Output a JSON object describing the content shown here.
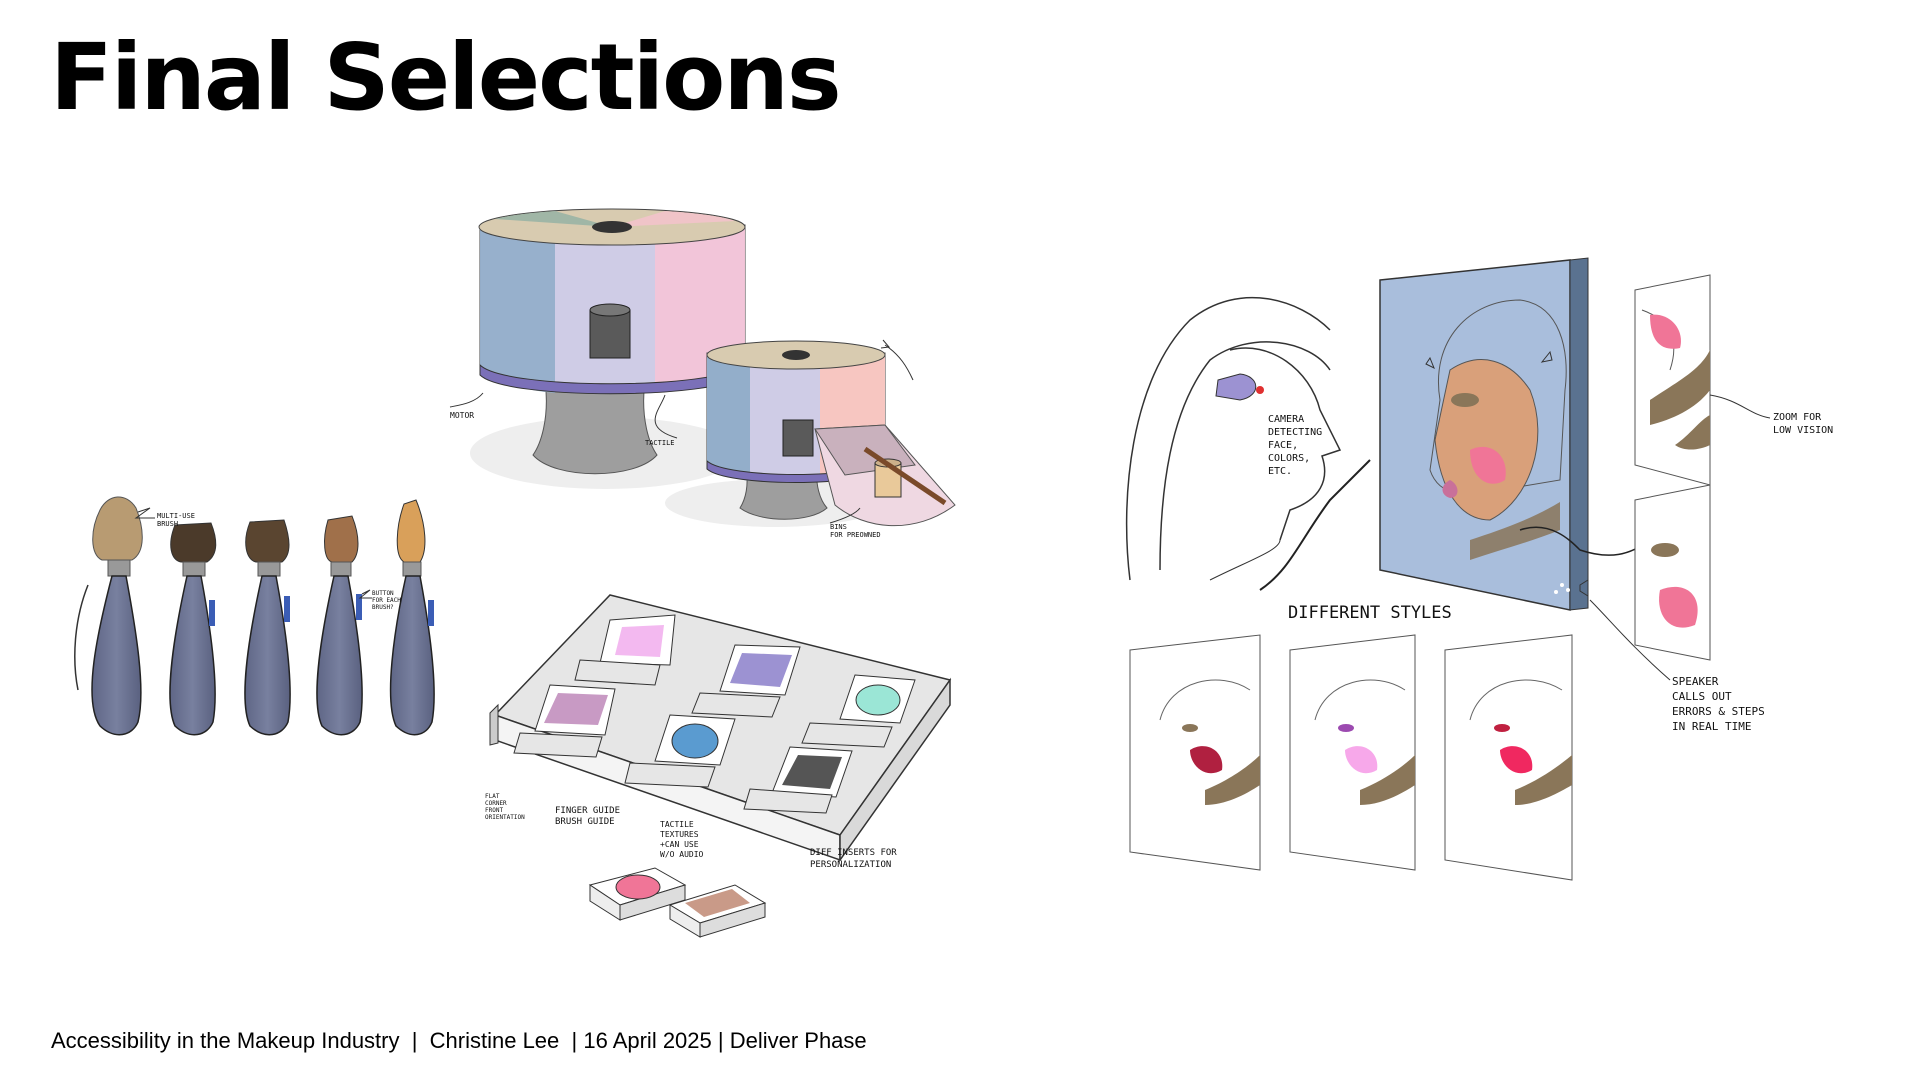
{
  "slide": {
    "title": "Final Selections",
    "footer": "Accessibility in the Makeup Industry  |  Christine Lee  | 16 April 2025 | Deliver Phase"
  },
  "brushes": {
    "labels": {
      "multi_use": [
        "MULTI-USE",
        "BRUSH"
      ],
      "button": [
        "BUTTON",
        "FOR EACH",
        "BRUSH?"
      ]
    }
  },
  "carousel": {
    "labels": {
      "motor": "MOTOR",
      "tactile": "TACTILE",
      "bins": [
        "BINS",
        "FOR PREOWNED"
      ]
    }
  },
  "palette": {
    "labels": {
      "flat_corner": [
        "FLAT",
        "CORNER",
        "FRONT",
        "ORIENTATION"
      ],
      "finger_guide": [
        "FINGER GUIDE",
        "BRUSH GUIDE"
      ],
      "tactile_textures": [
        "TACTILE",
        "TEXTURES",
        "+CAN USE",
        "W/O AUDIO"
      ],
      "diff_inserts": [
        "DIFF INSERTS FOR",
        "PERSONALIZATION"
      ]
    }
  },
  "mirror": {
    "labels": {
      "camera": [
        "CAMERA",
        "DETECTING",
        "FACE,",
        "COLORS,",
        "ETC."
      ],
      "different_styles": "DIFFERENT STYLES",
      "zoom": [
        "ZOOM FOR",
        "LOW VISION"
      ],
      "speaker": [
        "SPEAKER",
        "CALLS OUT",
        "ERRORS & STEPS",
        "IN REAL TIME"
      ]
    }
  },
  "colors": {
    "handle": "#676e8e",
    "mirror_bg": "#a9bedc",
    "mirror_side": "#5a7290",
    "skin": "#d9a07a",
    "contour": "#8a7659",
    "blush": "#f07597",
    "lilac": "#9c92d2",
    "teal": "#9be6d6"
  }
}
